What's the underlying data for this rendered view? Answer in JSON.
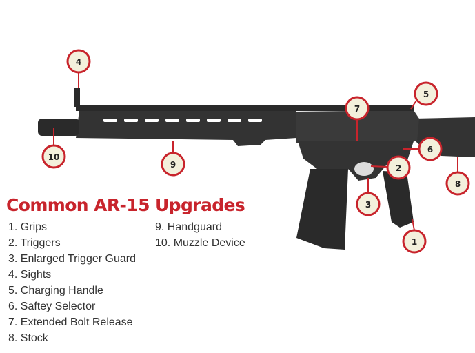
{
  "title": "Common AR-15 Upgrades",
  "upgrades": [
    {
      "number": "1",
      "label": "1. Grips"
    },
    {
      "number": "2",
      "label": "2. Triggers"
    },
    {
      "number": "3",
      "label": "3. Enlarged Trigger Guard"
    },
    {
      "number": "4",
      "label": "4. Sights"
    },
    {
      "number": "5",
      "label": "5. Charging Handle"
    },
    {
      "number": "6",
      "label": "6. Saftey Selector"
    },
    {
      "number": "7",
      "label": "7. Extended Bolt Release"
    },
    {
      "number": "8",
      "label": "8. Stock"
    },
    {
      "number": "9",
      "label": "9. Handguard"
    },
    {
      "number": "10",
      "label": "10. Muzzle Device"
    }
  ],
  "colors": {
    "accent": "#c8242c",
    "callout_fill": "#f3f0dc",
    "rifle": "#2b2b2b"
  }
}
